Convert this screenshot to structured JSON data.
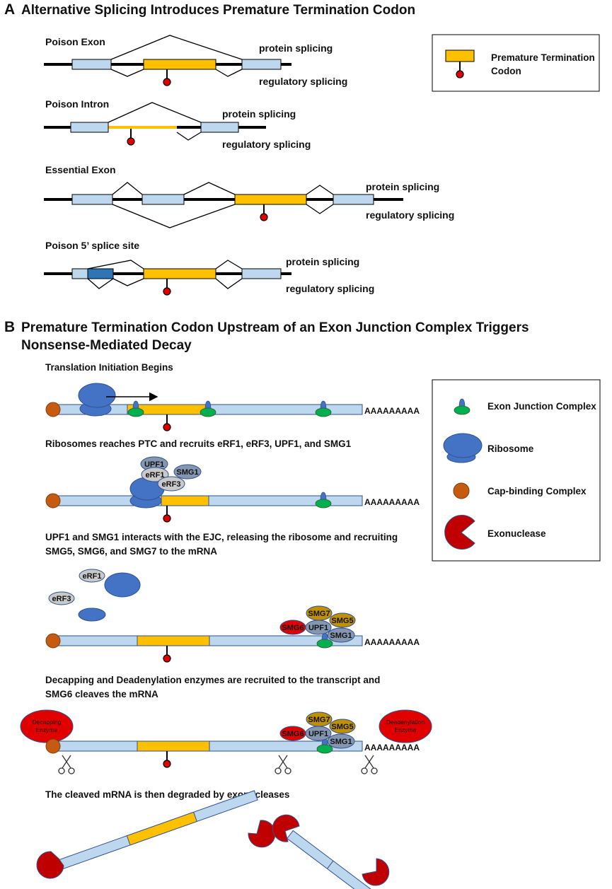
{
  "panel_a": {
    "letter": "A",
    "title": "Alternative Splicing Introduces Premature Termination Codon",
    "rows": [
      {
        "label": "Poison Exon",
        "top": "protein splicing",
        "bottom": "regulatory splicing"
      },
      {
        "label": "Poison Intron",
        "top": "protein splicing",
        "bottom": "regulatory splicing"
      },
      {
        "label": "Essential Exon",
        "top": "protein splicing",
        "bottom": "regulatory splicing"
      },
      {
        "label": "Poison 5’ splice site",
        "top": "protein splicing",
        "bottom": "regulatory splicing"
      }
    ],
    "legend": {
      "line1": "Premature Termination",
      "line2": "Codon"
    }
  },
  "panel_b": {
    "letter": "B",
    "title_line1": "Premature Termination Codon Upstream of an Exon Junction Complex Triggers",
    "title_line2": "Nonsense-Mediated Decay",
    "steps": [
      {
        "line1": "Translation Initiation Begins",
        "line2": ""
      },
      {
        "line1": "Ribosomes reaches PTC and recruits eRF1, eRF3, UPF1, and SMG1",
        "line2": ""
      },
      {
        "line1": "UPF1 and SMG1 interacts with the EJC, releasing the ribosome and recruiting",
        "line2": "SMG5, SMG6, and SMG7 to the mRNA"
      },
      {
        "line1": "Decapping and Deadenylation enzymes are recruited to the transcript and",
        "line2": "SMG6 cleaves the mRNA"
      },
      {
        "line1": "The cleaved mRNA is then degraded by exonucleases",
        "line2": ""
      }
    ],
    "polya": "AAAAAAAAA",
    "proteins": {
      "upf1": "UPF1",
      "erf1": "eRF1",
      "smg1": "SMG1",
      "erf3": "eRF3",
      "smg5": "SMG5",
      "smg6": "SMG6",
      "smg7": "SMG7"
    },
    "enzymes": {
      "decap_line1": "Decapping",
      "decap_line2": "Enzyme",
      "deadenyl_line1": "Deadenylation",
      "deadenyl_line2": "Enzyme"
    },
    "legend": {
      "ejc": "Exon Junction Complex",
      "ribosome": "Ribosome",
      "cap": "Cap-binding Complex",
      "exo": "Exonuclease"
    }
  },
  "colors": {
    "exon": "#bdd7ee",
    "ptc_exon": "#ffc000",
    "stop": "#e00000",
    "ribosome": "#4472c4",
    "ejc_green": "#00b050",
    "cap": "#c55a11",
    "exonuclease": "#c00000",
    "smg_gold": "#bf9000",
    "protein_grey": "#8496b0",
    "erf_grey": "#c9c9c9",
    "dark_exon": "#2e75b6"
  }
}
